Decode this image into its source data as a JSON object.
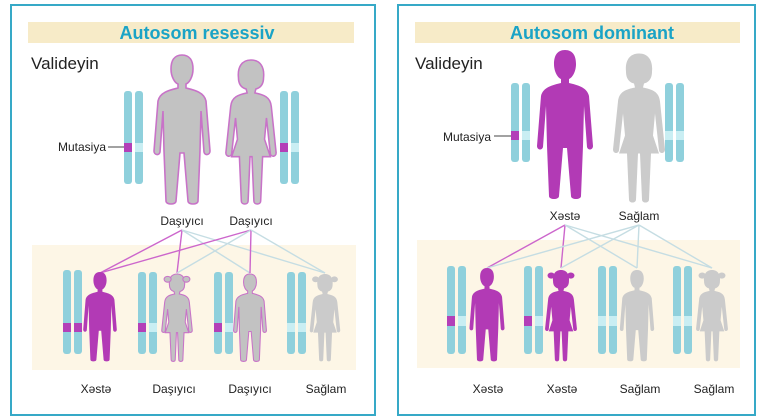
{
  "panels": [
    {
      "id": "recessive",
      "title": "Autosom resessiv",
      "parents_label": "Valideyin",
      "mutation_label": "Mutasiya",
      "parents": [
        {
          "label": "Daşıyıcı",
          "status": "carrier",
          "sex": "male"
        },
        {
          "label": "Daşıyıcı",
          "status": "carrier",
          "sex": "female"
        }
      ],
      "children": [
        {
          "label": "Xəstə",
          "status": "affected",
          "sex": "male"
        },
        {
          "label": "Daşıyıcı",
          "status": "carrier",
          "sex": "female"
        },
        {
          "label": "Daşıyıcı",
          "status": "carrier",
          "sex": "male"
        },
        {
          "label": "Sağlam",
          "status": "healthy",
          "sex": "female"
        }
      ]
    },
    {
      "id": "dominant",
      "title": "Autosom dominant",
      "parents_label": "Valideyin",
      "mutation_label": "Mutasiya",
      "parents": [
        {
          "label": "Xəstə",
          "status": "affected",
          "sex": "male"
        },
        {
          "label": "Sağlam",
          "status": "healthy",
          "sex": "female"
        }
      ],
      "children": [
        {
          "label": "Xəstə",
          "status": "affected",
          "sex": "male"
        },
        {
          "label": "Xəstə",
          "status": "affected",
          "sex": "female"
        },
        {
          "label": "Sağlam",
          "status": "healthy",
          "sex": "male"
        },
        {
          "label": "Sağlam",
          "status": "healthy",
          "sex": "female"
        }
      ]
    }
  ],
  "colors": {
    "panel_border": "#36a9c7",
    "title_band": "#f7ebc8",
    "title_text": "#1aa3c6",
    "lower_band": "#fdf6e6",
    "chromosome": "#8fd0dc",
    "chromosome_band": "#c9eef3",
    "mutation": "#b33fb8",
    "affected": "#b23ab5",
    "carrier_fill": "#c2c2c2",
    "carrier_outline": "#c873c8",
    "healthy": "#cbcbcb",
    "line_mutant": "#cc66cc",
    "line_normal": "#c5dde3"
  }
}
